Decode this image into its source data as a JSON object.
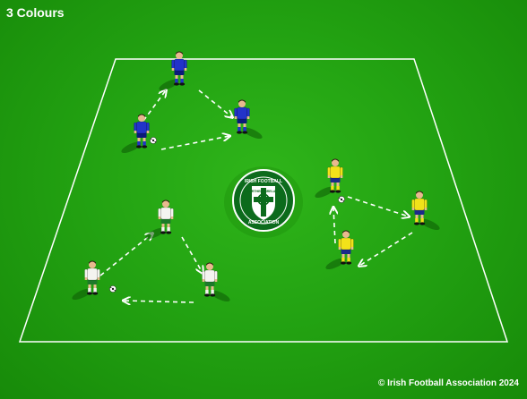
{
  "title": "3 Colours",
  "copyright": "© Irish Football Association 2024",
  "badge": {
    "top_text": "IRISH FOOTBALL",
    "middle_text": "NORTHERN IRELAND",
    "bottom_text": "ASSOCIATION",
    "emblem": "celtic-cross-shield-icon"
  },
  "colors": {
    "pitch": "#23a312",
    "lines": "#ffffff",
    "team_blue_shirt": "#2233c9",
    "team_blue_shorts": "#0b1a7a",
    "team_yellow_shirt": "#f2e21a",
    "team_yellow_shorts": "#1a2b8a",
    "team_white_shirt": "#f4f4f0",
    "team_white_shorts": "#1e7a2a"
  },
  "groups": [
    {
      "name": "blue",
      "players": 3,
      "balls": 1
    },
    {
      "name": "yellow",
      "players": 3,
      "balls": 1
    },
    {
      "name": "white",
      "players": 3,
      "balls": 1
    }
  ]
}
